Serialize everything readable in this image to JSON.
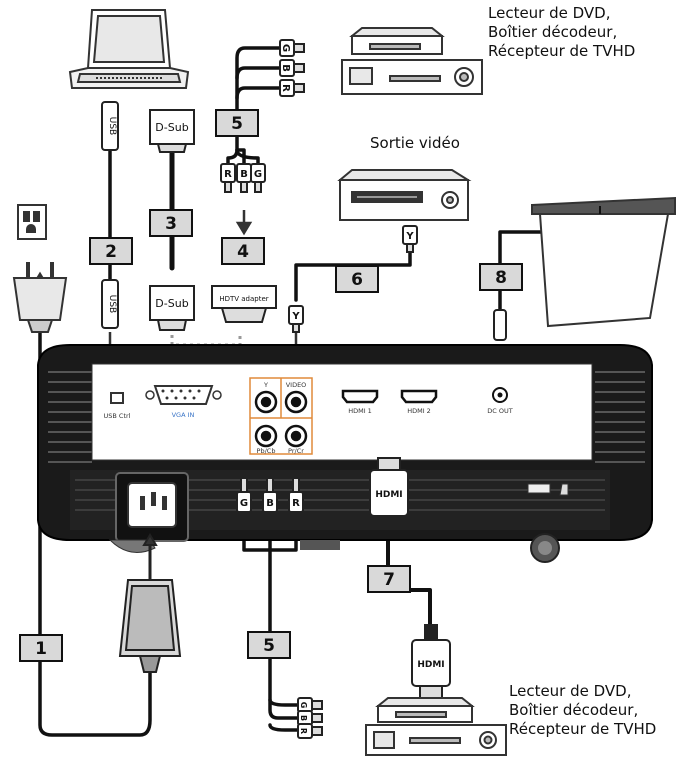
{
  "labels": {
    "dvd_top": [
      "Lecteur de DVD,",
      "Boîtier décodeur,",
      "Récepteur de TVHD"
    ],
    "video_out": "Sortie vidéo",
    "dvd_bottom": [
      "Lecteur de DVD,",
      "Boîtier décodeur,",
      "Récepteur de TVHD"
    ]
  },
  "cable_numbers": {
    "c1": "1",
    "c2": "2",
    "c3": "3",
    "c4": "4",
    "c5a": "5",
    "c5b": "5",
    "c6": "6",
    "c7": "7",
    "c8": "8"
  },
  "connectors": {
    "usb": "USB",
    "dsub": "D-Sub",
    "hdtv_adapter": "HDTV adapter",
    "hdmi": "HDMI",
    "r": "R",
    "g": "G",
    "b": "B",
    "y": "Y"
  },
  "ports": {
    "usb_ctrl": "USB Ctrl",
    "vga_in": "VGA IN",
    "y": "Y",
    "video": "VIDEO",
    "pbcb": "Pb/Cb",
    "prcr": "Pr/Cr",
    "hdmi1": "HDMI 1",
    "hdmi2": "HDMI 2",
    "dc_out": "DC OUT"
  }
}
